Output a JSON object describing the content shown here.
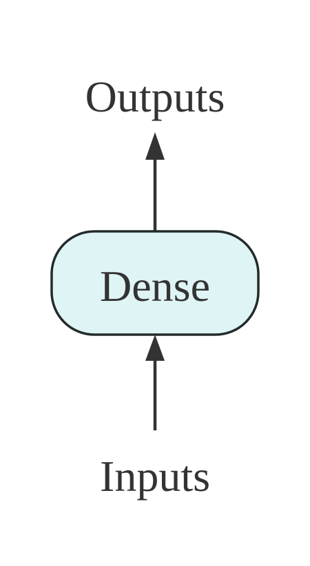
{
  "diagram": {
    "output_label": "Outputs",
    "layer_label": "Dense",
    "input_label": "Inputs"
  },
  "colors": {
    "node_fill": "#dff4f4",
    "node_stroke": "#232b2b",
    "arrow": "#333333",
    "text": "#333333"
  }
}
